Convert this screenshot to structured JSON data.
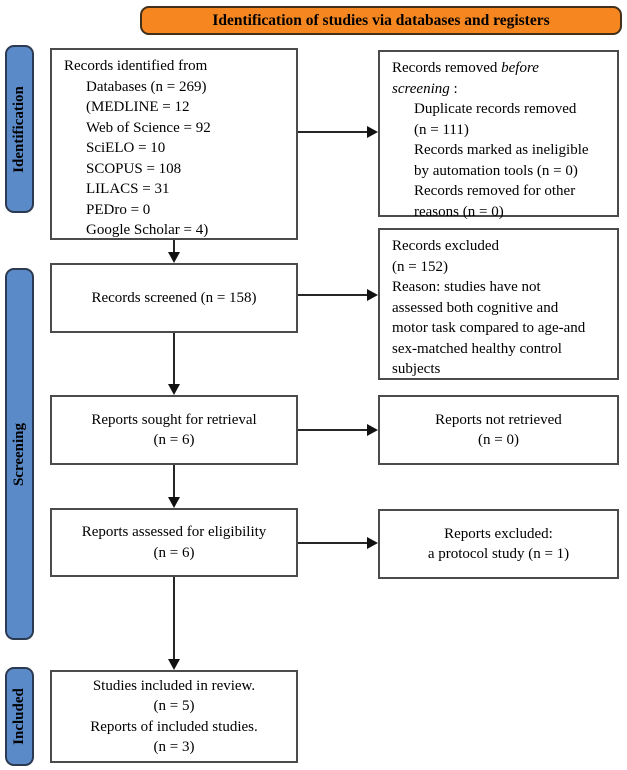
{
  "title": "Identification of studies via databases and registers",
  "colors": {
    "banner_fill": "#F6861F",
    "banner_border": "#42301a",
    "stage_label_fill": "#5B8AC9",
    "box_border": "#4b4b4b",
    "arrow": "#262626"
  },
  "stage_labels": [
    {
      "id": "identification",
      "label": "Identification"
    },
    {
      "id": "screening",
      "label": "Screening"
    },
    {
      "id": "included",
      "label": "Included"
    }
  ],
  "boxes": {
    "records_identified": {
      "align": "left",
      "lines": [
        {
          "text": "Records identified from",
          "indent": 0
        },
        {
          "text": "Databases (n = 269)",
          "indent": 1
        },
        {
          "text": "(MEDLINE = 12",
          "indent": 1
        },
        {
          "text": "Web of Science = 92",
          "indent": 1
        },
        {
          "text": "SciELO = 10",
          "indent": 1
        },
        {
          "text": "SCOPUS = 108",
          "indent": 1
        },
        {
          "text": "LILACS = 31",
          "indent": 1
        },
        {
          "text": "PEDro = 0",
          "indent": 1
        },
        {
          "text": "Google Scholar = 4)",
          "indent": 1
        }
      ]
    },
    "records_removed": {
      "align": "left",
      "lines": [
        {
          "segments": [
            {
              "text": "Records removed "
            },
            {
              "text": "before",
              "italic": true
            }
          ],
          "indent": 0
        },
        {
          "segments": [
            {
              "text": "screening",
              "italic": true
            },
            {
              "text": " :"
            }
          ],
          "indent": 0
        },
        {
          "text": "Duplicate records removed",
          "indent": 1
        },
        {
          "text": "(n = 111)",
          "indent": 1
        },
        {
          "text": "Records marked as ineligible",
          "indent": 1
        },
        {
          "text": "by automation tools (n = 0)",
          "indent": 1
        },
        {
          "text": "Records removed for other",
          "indent": 1
        },
        {
          "text": "reasons (n = 0)",
          "indent": 1
        }
      ]
    },
    "records_screened": {
      "align": "center",
      "lines": [
        {
          "text": "Records screened (n = 158)"
        }
      ]
    },
    "records_excluded": {
      "align": "left",
      "lines": [
        {
          "text": "Records excluded",
          "indent": 0
        },
        {
          "text": "(n = 152)",
          "indent": 0
        },
        {
          "text": "Reason: studies have not",
          "indent": 0
        },
        {
          "text": "assessed both cognitive and",
          "indent": 0
        },
        {
          "text": "motor task compared to age-and",
          "indent": 0
        },
        {
          "text": "sex-matched healthy control",
          "indent": 0
        },
        {
          "text": "subjects",
          "indent": 0
        }
      ]
    },
    "reports_sought": {
      "align": "center",
      "lines": [
        {
          "text": "Reports sought for retrieval"
        },
        {
          "text": "(n = 6)"
        }
      ]
    },
    "reports_not_retrieved": {
      "align": "center",
      "lines": [
        {
          "text": "Reports not retrieved"
        },
        {
          "text": "(n = 0)"
        }
      ]
    },
    "reports_assessed": {
      "align": "center",
      "lines": [
        {
          "text": "Reports assessed for eligibility"
        },
        {
          "text": "(n = 6)"
        }
      ]
    },
    "reports_excluded": {
      "align": "center",
      "lines": [
        {
          "text": "Reports excluded:"
        },
        {
          "text": "a protocol study (n = 1)"
        }
      ]
    },
    "studies_included": {
      "align": "center",
      "lines": [
        {
          "text": "Studies included in review."
        },
        {
          "text": "(n = 5)"
        },
        {
          "text": "Reports of included studies."
        },
        {
          "text": "(n = 3)"
        }
      ]
    }
  }
}
